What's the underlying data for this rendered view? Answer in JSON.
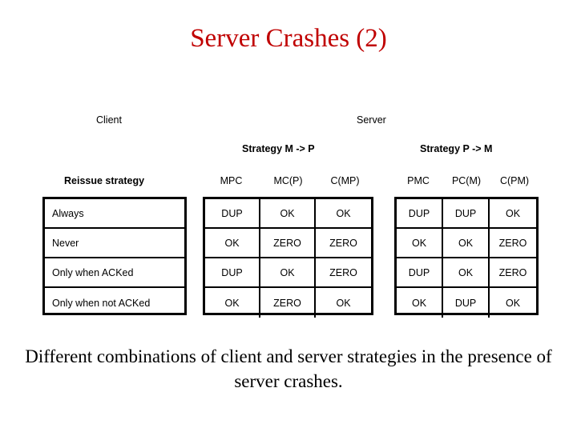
{
  "slide": {
    "title": "Server Crashes (2)",
    "title_color": "#C00000",
    "caption": "Different combinations of client and server strategies in the presence of server crashes."
  },
  "headers": {
    "client": "Client",
    "server": "Server",
    "strategy_left": "Strategy M -> P",
    "strategy_right": "Strategy P -> M",
    "reissue": "Reissue strategy"
  },
  "columns": {
    "left_group": [
      "MPC",
      "MC(P)",
      "C(MP)"
    ],
    "right_group": [
      "PMC",
      "PC(M)",
      "C(PM)"
    ]
  },
  "table": {
    "strategies": [
      "Always",
      "Never",
      "Only when ACKed",
      "Only when not ACKed"
    ],
    "left_values": [
      [
        "DUP",
        "OK",
        "OK"
      ],
      [
        "OK",
        "ZERO",
        "ZERO"
      ],
      [
        "DUP",
        "OK",
        "ZERO"
      ],
      [
        "OK",
        "ZERO",
        "OK"
      ]
    ],
    "right_values": [
      [
        "DUP",
        "DUP",
        "OK"
      ],
      [
        "OK",
        "OK",
        "ZERO"
      ],
      [
        "DUP",
        "OK",
        "ZERO"
      ],
      [
        "OK",
        "DUP",
        "OK"
      ]
    ]
  }
}
